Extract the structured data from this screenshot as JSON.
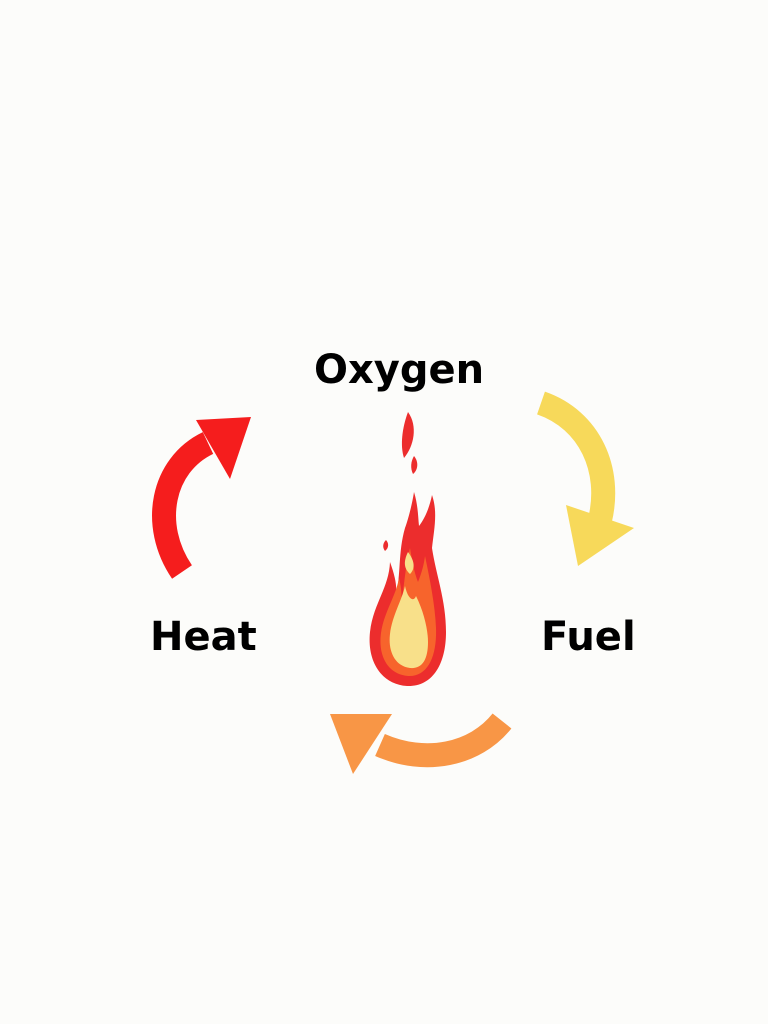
{
  "labels": {
    "oxygen": "Oxygen",
    "heat": "Heat",
    "fuel": "Fuel"
  },
  "icons": {
    "center": "flame-icon",
    "cycle_arrows": [
      "curved-arrow-icon",
      "curved-arrow-icon",
      "curved-arrow-icon"
    ]
  },
  "colors": {
    "arrow_heat_to_oxygen": "#f51d1d",
    "arrow_oxygen_to_fuel": "#f7d95a",
    "arrow_fuel_to_heat": "#f89646",
    "flame_outer": "#ec2d2d",
    "flame_mid": "#f7642c",
    "flame_inner": "#f8e08a",
    "background": "#fcfcfa",
    "text": "#000000"
  }
}
